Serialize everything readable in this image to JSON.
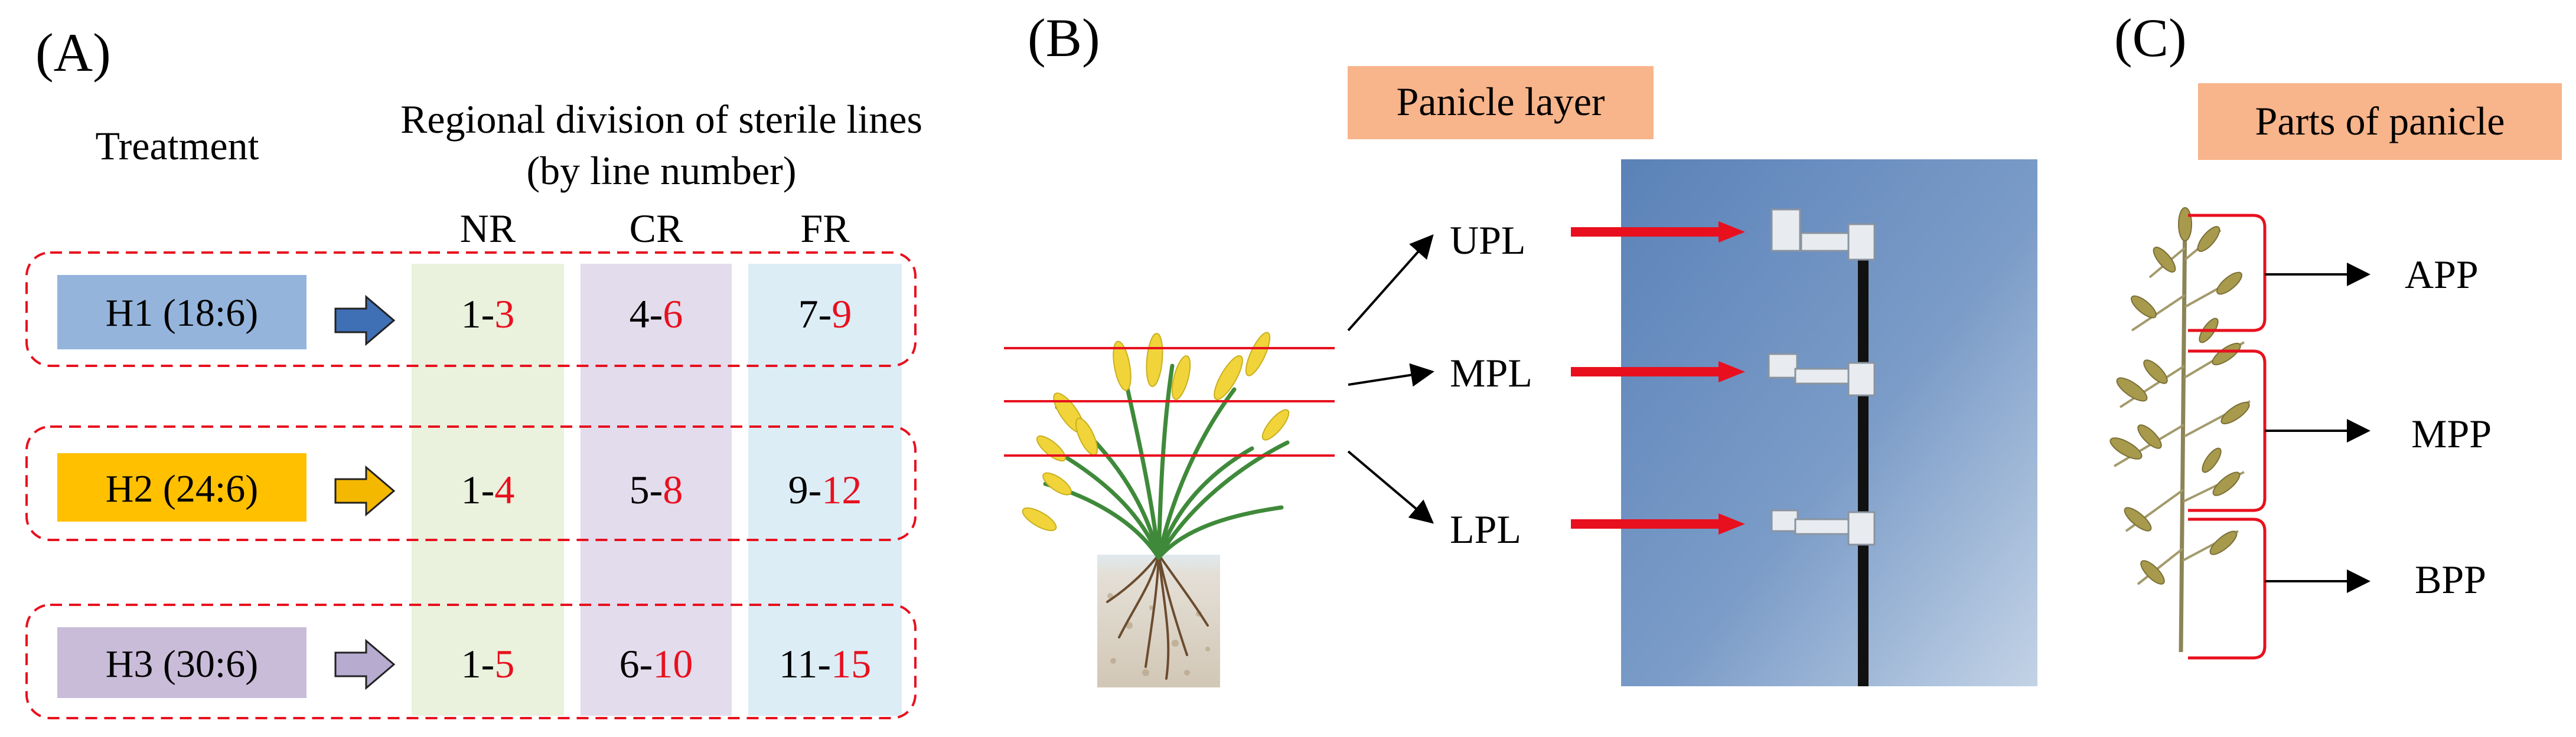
{
  "panel_a": {
    "letter": "(A)",
    "treatment_header": "Treatment",
    "region_header_line1": "Regional division of sterile lines",
    "region_header_line2": "(by line number)",
    "columns": [
      "NR",
      "CR",
      "FR"
    ],
    "rows": [
      {
        "label": "H1 (18:6)",
        "box_color": "#94b4dc",
        "arrow_color": "#3f6fb5",
        "cells": [
          {
            "a": "1-",
            "b": "3"
          },
          {
            "a": "4-",
            "b": "6"
          },
          {
            "a": "7-",
            "b": "9"
          }
        ]
      },
      {
        "label": "H2 (24:6)",
        "box_color": "#ffc000",
        "arrow_color": "#f5b800",
        "cells": [
          {
            "a": "1-",
            "b": "4"
          },
          {
            "a": "5-",
            "b": "8"
          },
          {
            "a": "9-",
            "b": "12"
          }
        ]
      },
      {
        "label": "H3 (30:6)",
        "box_color": "#c9bcd9",
        "arrow_color": "#b7abd0",
        "cells": [
          {
            "a": "1-",
            "b": "5"
          },
          {
            "a": "6-",
            "b": "10"
          },
          {
            "a": "11-",
            "b": "15"
          }
        ]
      }
    ],
    "column_colors": [
      "#eaf1dc",
      "#e3dcec",
      "#dcedf6"
    ]
  },
  "panel_b": {
    "letter": "(B)",
    "title": "Panicle layer",
    "layers": [
      "UPL",
      "MPL",
      "LPL"
    ]
  },
  "panel_c": {
    "letter": "(C)",
    "title": "Parts of panicle",
    "parts": [
      "APP",
      "MPP",
      "BPP"
    ]
  },
  "colors": {
    "title_box": "#f8b48a",
    "dashed_border": "#e8101e",
    "red_line": "#e8101e",
    "highlight_red": "#e8101e"
  }
}
